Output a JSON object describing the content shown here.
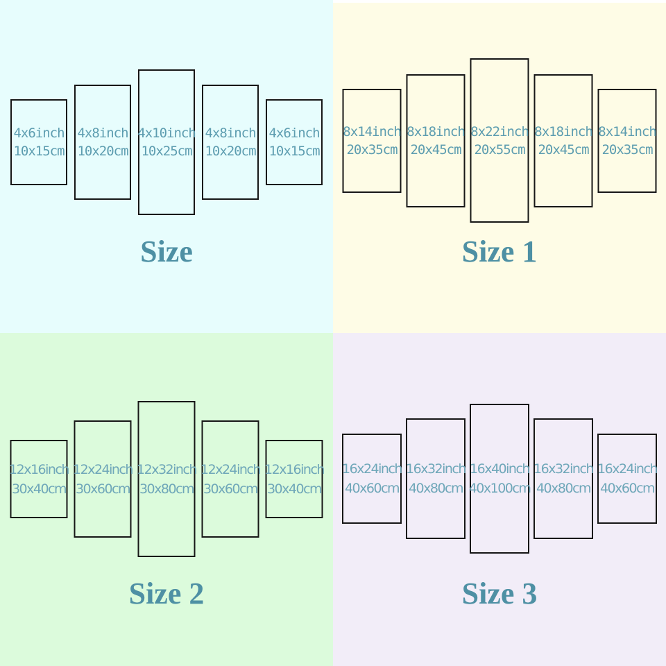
{
  "image_description": "4-in-1 size chart for 5-piece canvas wall art panels",
  "colors": {
    "quadrant_size_bg": "#e7fdfd",
    "quadrant_size1_bg": "#fefce6",
    "quadrant_size2_bg": "#dcfbdc",
    "quadrant_size3_bg": "#f2edf8",
    "panel_border": "#161616",
    "dimension_text": "#5d9db0",
    "title_text": "#4e90a4",
    "top_right_edge_strip": "#ffffff"
  },
  "quadrants": [
    {
      "title": "Size",
      "panels": [
        {
          "inches": "4x6inch",
          "cm": "10x15cm"
        },
        {
          "inches": "4x8inch",
          "cm": "10x20cm"
        },
        {
          "inches": "4x10inch",
          "cm": "10x25cm"
        },
        {
          "inches": "4x8inch",
          "cm": "10x20cm"
        },
        {
          "inches": "4x6inch",
          "cm": "10x15cm"
        }
      ]
    },
    {
      "title": "Size 1",
      "panels": [
        {
          "inches": "8x14inch",
          "cm": "20x35cm"
        },
        {
          "inches": "8x18inch",
          "cm": "20x45cm"
        },
        {
          "inches": "8x22inch",
          "cm": "20x55cm"
        },
        {
          "inches": "8x18inch",
          "cm": "20x45cm"
        },
        {
          "inches": "8x14inch",
          "cm": "20x35cm"
        }
      ]
    },
    {
      "title": "Size 2",
      "panels": [
        {
          "inches": "12x16inch",
          "cm": "30x40cm"
        },
        {
          "inches": "12x24inch",
          "cm": "30x60cm"
        },
        {
          "inches": "12x32inch",
          "cm": "30x80cm"
        },
        {
          "inches": "12x24inch",
          "cm": "30x60cm"
        },
        {
          "inches": "12x16inch",
          "cm": "30x40cm"
        }
      ]
    },
    {
      "title": "Size 3",
      "panels": [
        {
          "inches": "16x24inch",
          "cm": "40x60cm"
        },
        {
          "inches": "16x32inch",
          "cm": "40x80cm"
        },
        {
          "inches": "16x40inch",
          "cm": "40x100cm"
        },
        {
          "inches": "16x32inch",
          "cm": "40x80cm"
        },
        {
          "inches": "16x24inch",
          "cm": "40x60cm"
        }
      ]
    }
  ]
}
